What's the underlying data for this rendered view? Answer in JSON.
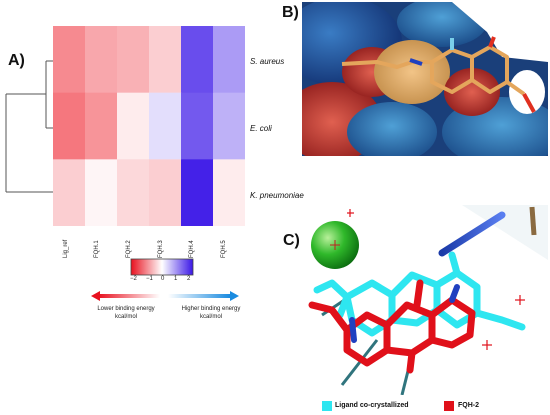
{
  "panels": {
    "a": "A)",
    "b": "B)",
    "c": "C)"
  },
  "heatmap": {
    "rows": [
      "S. aureus",
      "E. coli",
      "K. pneumoniae"
    ],
    "columns": [
      "Lig_ref",
      "FQH.1",
      "FQH.2",
      "FQH.3",
      "FQH.4",
      "FQH.5"
    ],
    "colorbar_ticks": [
      "−2",
      "−1",
      "0",
      "1",
      "2"
    ],
    "lower_label": "Lower  binding energy",
    "higher_label": "Higher  binding energy",
    "unit": "kcal/mol",
    "colors": {
      "low": "#f03c46",
      "mid": "#ffffff",
      "high": "#4421e8"
    }
  },
  "chart_data": {
    "type": "heatmap",
    "rows": [
      "S. aureus",
      "E. coli",
      "K. pneumoniae"
    ],
    "columns": [
      "Lig_ref",
      "FQH.1",
      "FQH.2",
      "FQH.3",
      "FQH.4",
      "FQH.5"
    ],
    "values": [
      [
        -1.2,
        -0.9,
        -0.8,
        -0.5,
        1.6,
        0.9
      ],
      [
        -1.4,
        -1.1,
        -0.2,
        0.3,
        1.5,
        0.7
      ],
      [
        -0.5,
        -0.1,
        -0.4,
        -0.5,
        2.3,
        -0.2
      ]
    ],
    "color_range": [
      -2,
      2
    ]
  },
  "legend_c": {
    "ligand": "Ligand co-crystallized",
    "fqh": "FQH-2",
    "ligand_color": "#2ee6f0",
    "fqh_color": "#e0101a"
  }
}
